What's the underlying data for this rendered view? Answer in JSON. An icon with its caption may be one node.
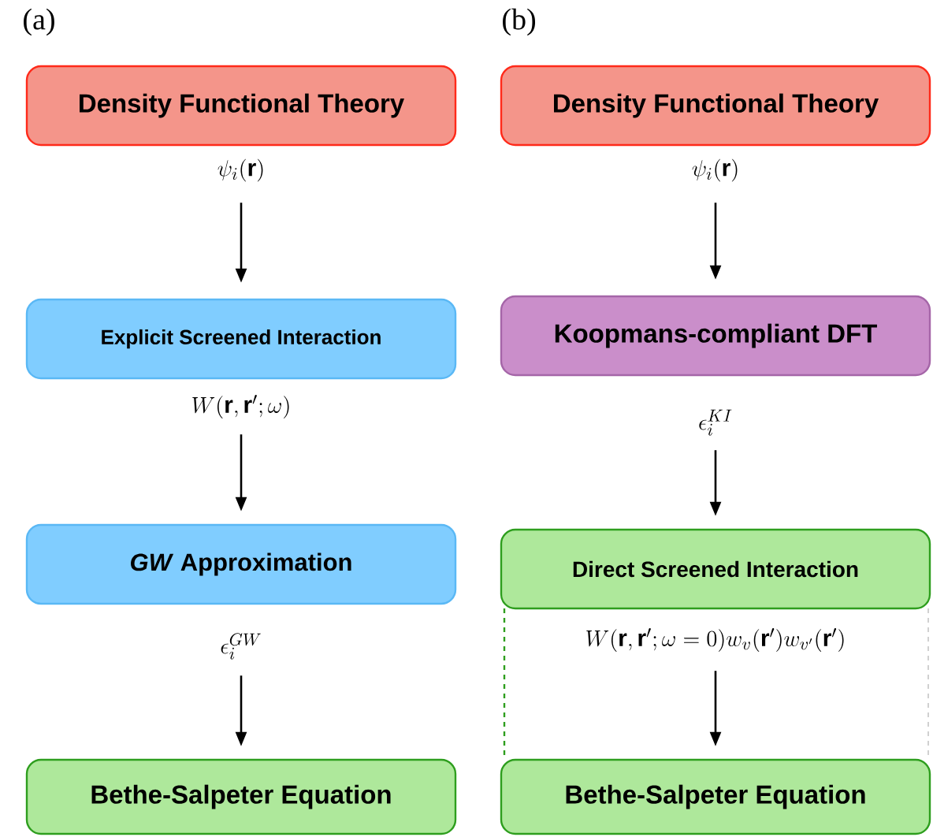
{
  "diagram": {
    "nodes": [
      {
        "text": [
          "Density Functional Theory"
        ]
      },
      {
        "text": [
          "Explicit Screened Interaction"
        ]
      },
      {
        "text": [
          "*GW* Approximation"
        ]
      },
      {
        "text": [
          "Bethe-Salpeter Equation"
        ]
      },
      {
        "text": [
          "Density Functional Theory"
        ]
      },
      {
        "text": [
          "Koopmans-compliant DFT"
        ]
      },
      {
        "text": [
          "Direct Screened Interaction"
        ]
      },
      {
        "text": [
          "Bethe-Salpeter Equation"
        ]
      }
    ],
    "edges": [
      {
        "from": 0,
        "to": 1,
        "arrow": "to",
        "label": "\\psi_i(\\mathbf{r})"
      },
      {
        "from": 1,
        "to": 2,
        "arrow": "to",
        "label": "W(\\mathbf{r},\\mathbf{r}';\\omega)"
      },
      {
        "from": 2,
        "to": 3,
        "arrow": "to",
        "label": "\\epsilon_i^{GW}"
      },
      {
        "from": 4,
        "to": 5,
        "arrow": "to",
        "label": "\\psi_i(\\mathbf{r})"
      },
      {
        "from": 5,
        "to": 6,
        "arrow": "to",
        "label": "\\epsilon_i^{KI}"
      },
      {
        "from": 6,
        "to": 7,
        "arrow": "to",
        "label": "W(\\mathbf{r},\\mathbf{r}';\\omega=0)w_v(\\mathbf{r}')w_{v'}(\\mathbf{r}')"
      }
    ],
    "labels": [
      "(a)",
      "(b)"
    ]
  }
}
